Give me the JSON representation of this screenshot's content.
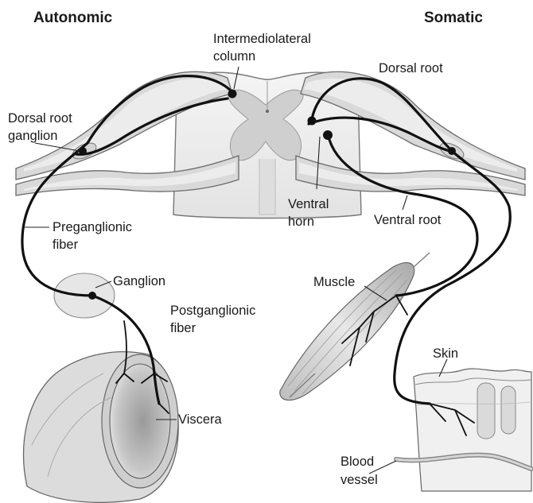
{
  "headings": {
    "autonomic": "Autonomic",
    "somatic": "Somatic"
  },
  "labels": {
    "intermediolateral_line1": "Intermediolateral",
    "intermediolateral_line2": "column",
    "dorsal_root": "Dorsal root",
    "drg_line1": "Dorsal root",
    "drg_line2": "ganglion",
    "preganglionic_line1": "Preganglionic",
    "preganglionic_line2": "fiber",
    "ventral_horn_line1": "Ventral",
    "ventral_horn_line2": "horn",
    "ventral_root": "Ventral root",
    "ganglion": "Ganglion",
    "postganglionic_line1": "Postganglionic",
    "postganglionic_line2": "fiber",
    "muscle": "Muscle",
    "skin": "Skin",
    "viscera": "Viscera",
    "blood_vessel_line1": "Blood",
    "blood_vessel_line2": "vessel"
  }
}
